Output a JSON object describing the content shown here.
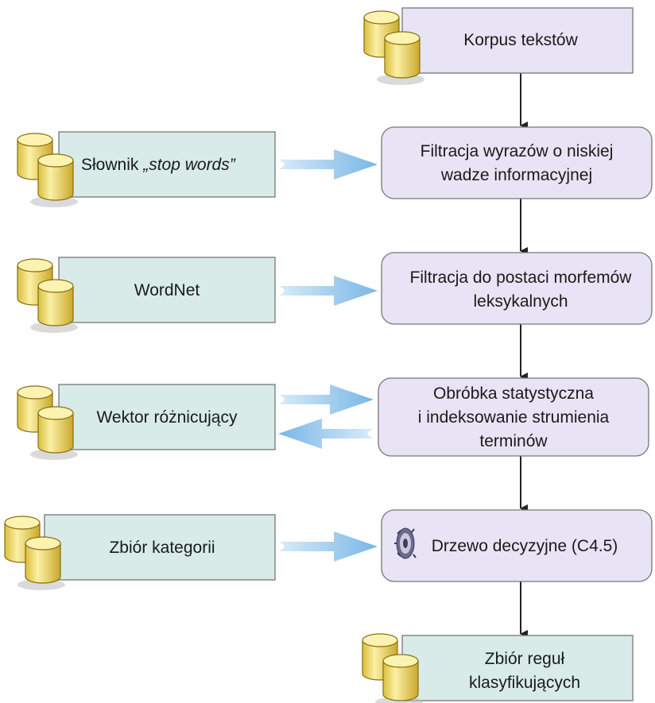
{
  "process": {
    "korpus": "Korpus tekstów",
    "filtracja_wyrazow": [
      "Filtracja wyrazów o niskiej",
      "wadze informacyjnej"
    ],
    "filtracja_morfemow": [
      "Filtracja do postaci morfemów",
      "leksykalnych"
    ],
    "obrobka": [
      "Obróbka statystyczna",
      "i indeksowanie strumienia",
      "terminów"
    ],
    "drzewo": "Drzewo decyzyjne (C4.5)",
    "zbior_regul": [
      "Zbiór reguł",
      "klasyfikujących"
    ]
  },
  "sources": {
    "slownik_prefix": "Słownik ",
    "slownik_italic": "„stop words”",
    "wordnet": "WordNet",
    "wektor": "Wektor różnicujący",
    "zbior_kategorii": "Zbiór kategorii"
  },
  "colors": {
    "db_box_fill": "#d8ebe9",
    "process_box_fill": "#e8e4f5",
    "cylinder_fill": "#f2e27a",
    "cylinder_dark": "#c9a92a",
    "wide_arrow": "#8fc4ea",
    "connector": "#222222"
  }
}
